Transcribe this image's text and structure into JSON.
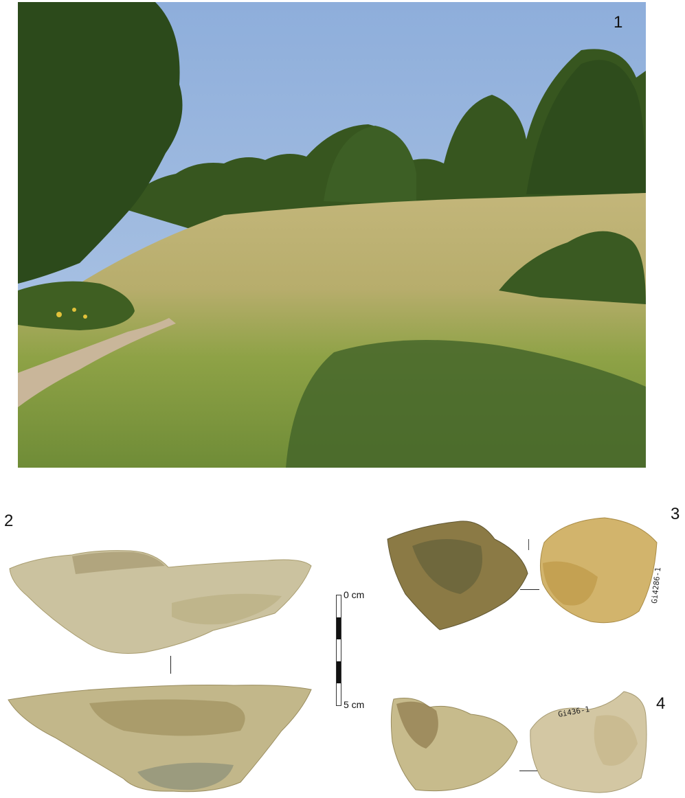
{
  "panels": {
    "landscape": {
      "label": "1"
    },
    "artifact_2": {
      "label": "2"
    },
    "artifact_3": {
      "label": "3",
      "specimen_mark": "Gi4286-1"
    },
    "artifact_4": {
      "label": "4",
      "specimen_mark": "Gi436-1"
    }
  },
  "scale_bar": {
    "top_label": "0 cm",
    "bottom_label": "5 cm"
  },
  "colors": {
    "sky": "#93b3de",
    "grass": "#7f9b3c",
    "shadow": "#3c5a24",
    "foliage": "#2f4d1f",
    "stone": "#c9bf96"
  }
}
